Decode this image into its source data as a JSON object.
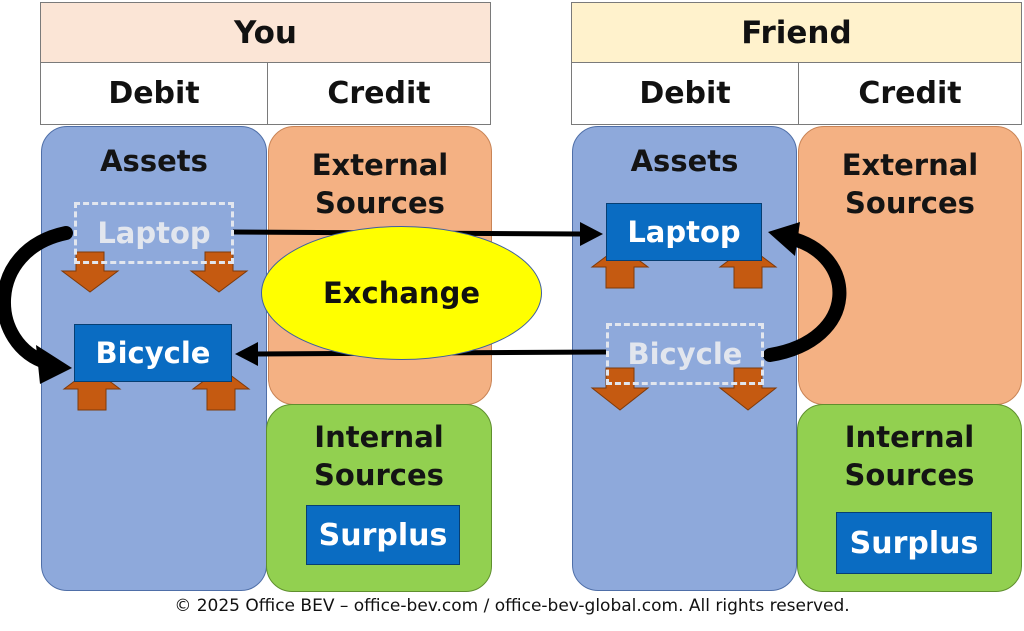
{
  "you": {
    "title": "You",
    "debit_label": "Debit",
    "credit_label": "Credit",
    "assets_label": "Assets",
    "external_label_1": "External",
    "external_label_2": "Sources",
    "internal_label_1": "Internal",
    "internal_label_2": "Sources",
    "laptop_label": "Laptop",
    "bicycle_label": "Bicycle",
    "surplus_label": "Surplus"
  },
  "friend": {
    "title": "Friend",
    "debit_label": "Debit",
    "credit_label": "Credit",
    "assets_label": "Assets",
    "external_label_1": "External",
    "external_label_2": "Sources",
    "internal_label_1": "Internal",
    "internal_label_2": "Sources",
    "laptop_label": "Laptop",
    "bicycle_label": "Bicycle",
    "surplus_label": "Surplus"
  },
  "exchange_label": "Exchange",
  "footer": "© 2025 Office BEV – office-bev.com / office-bev-global.com. All rights reserved.",
  "colors": {
    "you_header": "#fbe5d6",
    "friend_header": "#fff2cc",
    "assets": "#8ea9db",
    "external": "#f4b183",
    "internal": "#92d050",
    "item_blue": "#0a6cc2",
    "exchange": "#ffff00",
    "arrow_orange": "#c55a11"
  }
}
